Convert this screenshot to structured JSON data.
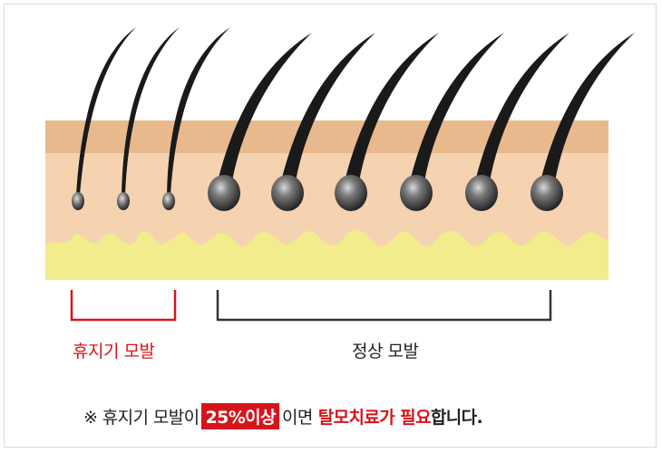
{
  "labels": {
    "resting": "휴지기 모발",
    "normal": "정상 모발"
  },
  "note": {
    "prefix": "※ 휴지기 모발이",
    "highlight": "25%이상",
    "middle": "이면",
    "emphasis": "탈모치료가 필요",
    "suffix": "합니다."
  },
  "colors": {
    "epidermis": "#e8b98d",
    "dermis": "#f5d2b0",
    "fat": "#f2ec8c",
    "hair": "#1a1a1a",
    "resting_bracket": "#d7141b",
    "normal_bracket": "#333333",
    "highlight": "#d7141b"
  }
}
